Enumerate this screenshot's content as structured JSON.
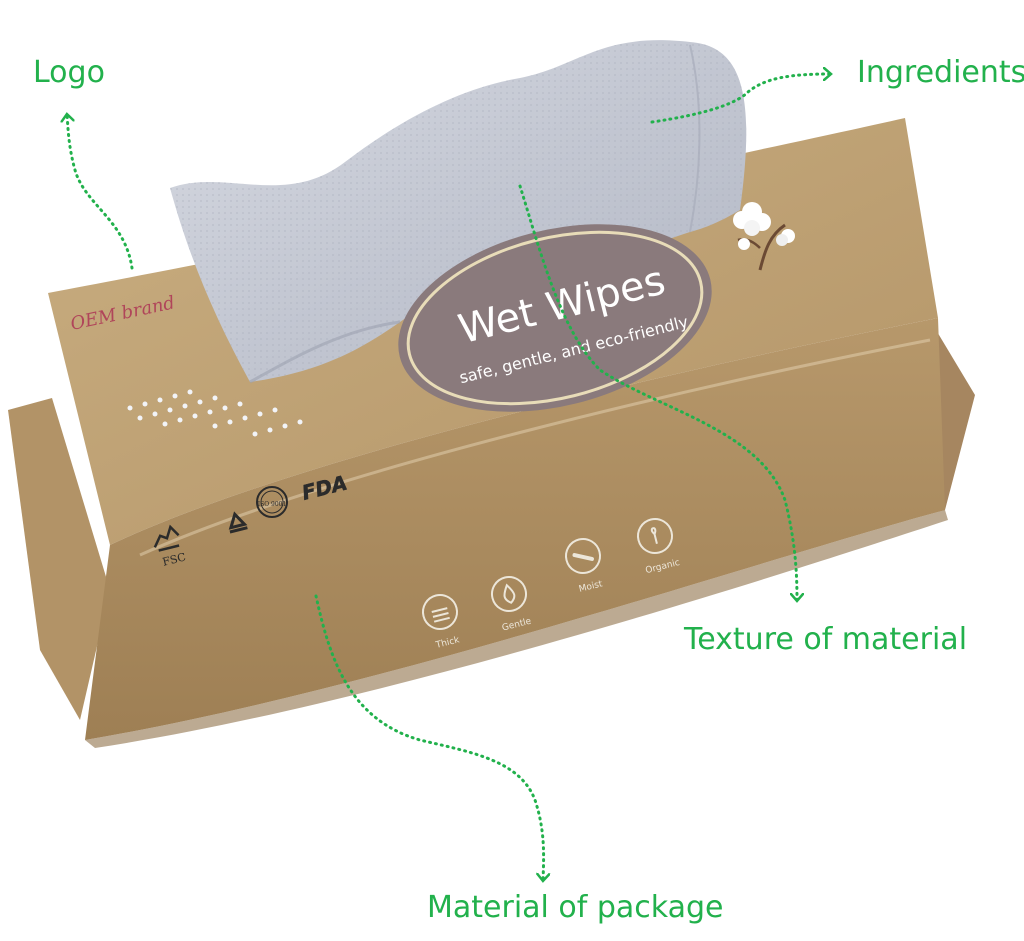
{
  "callouts": {
    "logo": "Logo",
    "ingredients": "Ingredients",
    "texture": "Texture of material",
    "package": "Material of package"
  },
  "package": {
    "brand": "OEM brand",
    "title": "Wet Wipes",
    "tagline": "safe, gentle, and eco-friendly",
    "features": [
      "Thick",
      "Gentle",
      "Moist",
      "Organic"
    ],
    "certifications": [
      "FSC",
      "ISO 9001",
      "FDA"
    ]
  },
  "colors": {
    "callout": "#22b14c",
    "package": "#b89a6d",
    "wipe": "#c7cbd6",
    "badge": "#8a7a7c",
    "brand_text": "#b0455a"
  }
}
